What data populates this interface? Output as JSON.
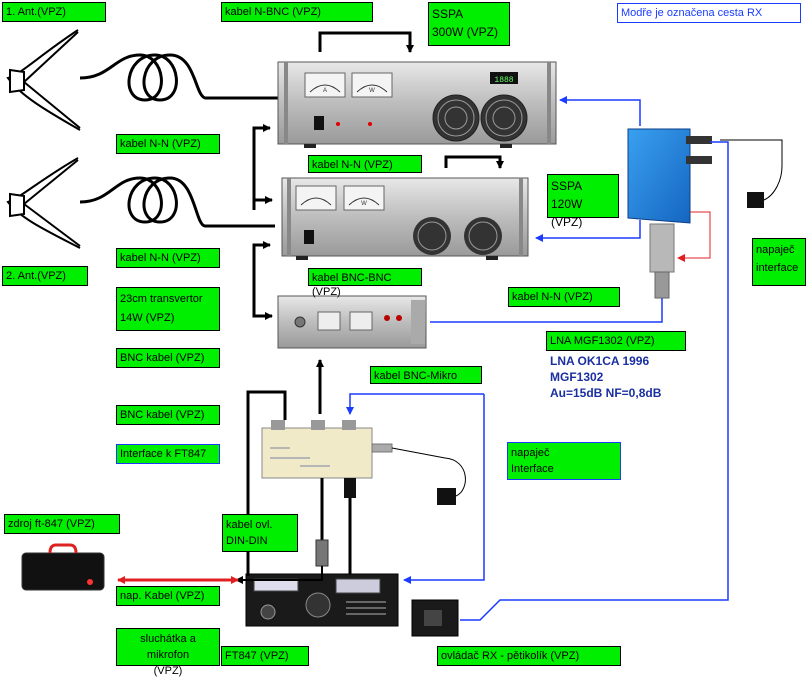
{
  "colors": {
    "label_bg": "#00ee00",
    "rx_path": "#1a3cff",
    "power_line": "#e02020",
    "cable": "#000000"
  },
  "labels": {
    "ant1": "1. Ant.(VPZ)",
    "cable_nbnc": "kabel N-BNC (VPZ)",
    "sspa300_line1": "SSPA",
    "sspa300_line2": "300W (VPZ)",
    "rx_note": "Modře je označena cesta RX",
    "cable_nn_1": "kabel N-N (VPZ)",
    "cable_nn_2": "kabel N-N (VPZ)",
    "sspa120_line1": "SSPA",
    "sspa120_line2": "120W (VPZ)",
    "cable_nn_3": "kabel N-N (VPZ)",
    "ant2": "2. Ant.(VPZ)",
    "cable_bncbnc": "kabel BNC-BNC (VPZ)",
    "cable_nn_4": "kabel N-N (VPZ)",
    "supply_interface_top_line1": "napaječ",
    "supply_interface_top_line2": "interface",
    "transverter_line1": "23cm transvertor",
    "transverter_line2": "14W (VPZ)",
    "lna_label": "LNA MGF1302 (VPZ)",
    "bnc_cable_1": "BNC kabel (VPZ)",
    "cable_bnc_mikro": "kabel BNC-Mikro",
    "bnc_cable_2": "BNC kabel (VPZ)",
    "interface_ft847": "Interface k FT847",
    "supply_interface_mid_line1": "napaječ",
    "supply_interface_mid_line2": "Interface",
    "psu_ft847": "zdroj ft-847 (VPZ)",
    "cable_din_line1": "kabel ovl.",
    "cable_din_line2": "DIN-DIN",
    "power_cable": "nap. Kabel (VPZ)",
    "headphones_line1": "sluchátka a mikrofon",
    "headphones_line2": "(VPZ)",
    "ft847": "FT847 (VPZ)",
    "rx_controller": "ovládač RX - pětikolík (VPZ)"
  },
  "lna_info": {
    "line1": "LNA OK1CA 1996",
    "line2": "MGF1302",
    "line3": "Au=15dB  NF=0,8dB"
  },
  "meter_labels": {
    "sspa300_left": "A",
    "sspa300_right": "W",
    "sspa120_right": "W"
  },
  "display_readout": "1888"
}
